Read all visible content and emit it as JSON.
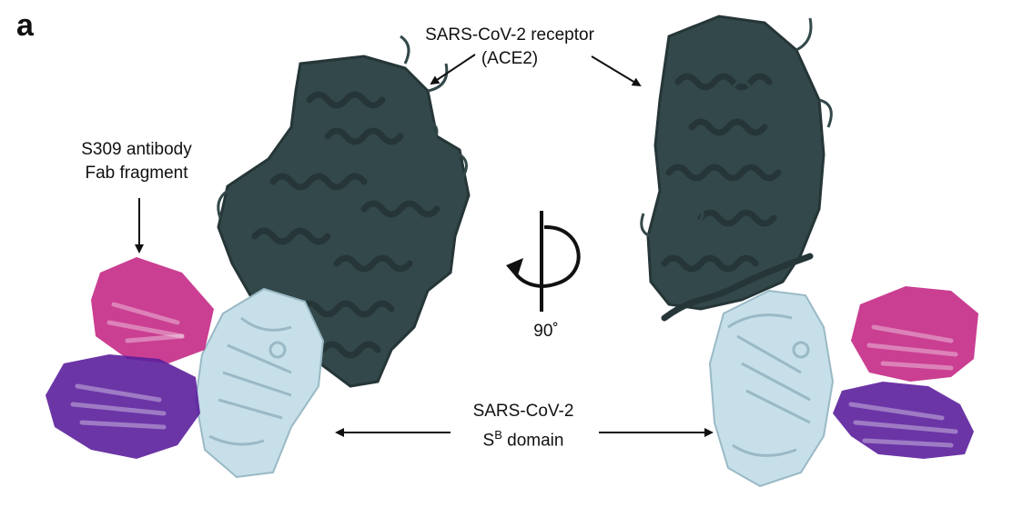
{
  "panel_label": "a",
  "labels": {
    "receptor_line1": "SARS-CoV-2 receptor",
    "receptor_line2": "(ACE2)",
    "antibody_line1": "S309 antibody",
    "antibody_line2": "Fab fragment",
    "rotation": "90˚",
    "domain_line1": "SARS-CoV-2",
    "domain_prefix": "S",
    "domain_super": "B",
    "domain_suffix": " domain"
  },
  "colors": {
    "ace2": "#33484a",
    "ace2_dark": "#263638",
    "sb_domain": "#c6dfe8",
    "sb_domain_edge": "#9ab9c6",
    "fab_heavy": "#c42a86",
    "fab_light": "#5b1f9c",
    "arrow": "#111111"
  }
}
